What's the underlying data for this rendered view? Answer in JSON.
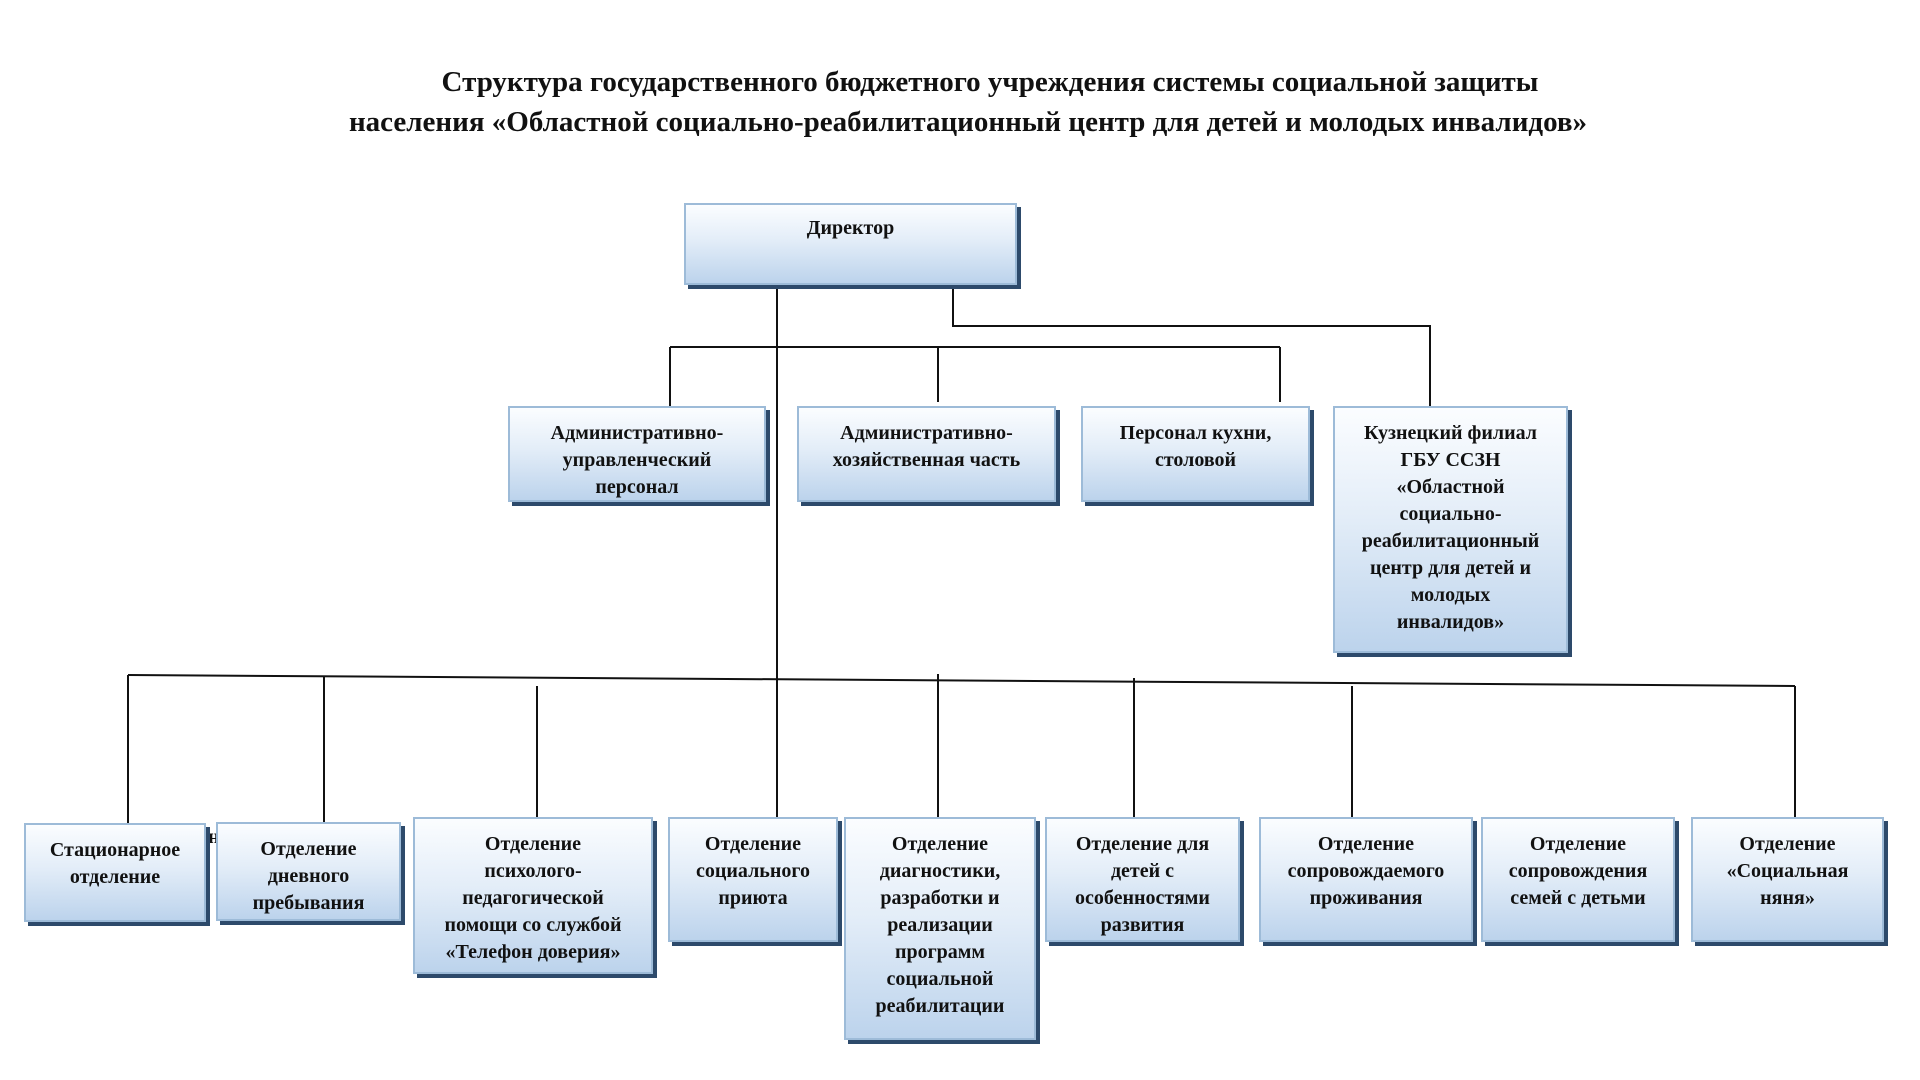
{
  "title": {
    "line1": "Структура государственного бюджетного учреждения системы социальной защиты",
    "line2": "населения «Областной социально-реабилитационный центр для детей и молодых инвалидов»"
  },
  "director": {
    "label": "Директор"
  },
  "level2": [
    {
      "id": "admin-management",
      "lines": [
        "Административно-",
        "управленческий",
        "персонал"
      ]
    },
    {
      "id": "admin-household",
      "lines": [
        "Административно-",
        "хозяйственная часть"
      ]
    },
    {
      "id": "kitchen-staff",
      "lines": [
        "Персонал кухни,",
        "столовой"
      ]
    },
    {
      "id": "kuznetsk-branch",
      "lines": [
        "Кузнецкий филиал",
        "ГБУ ССЗН",
        "«Областной",
        "социально-",
        "реабилитационный",
        "центр для детей и",
        "молодых",
        "инвалидов»"
      ]
    }
  ],
  "departments": [
    {
      "id": "inpatient",
      "lines": [
        "Стационарное",
        "отделение"
      ]
    },
    {
      "id": "day-stay",
      "lines": [
        "Отделение",
        "дневного",
        "пребывания"
      ]
    },
    {
      "id": "psych-ped",
      "lines": [
        "Отделение",
        "психолого-",
        "педагогической",
        "помощи со службой",
        "«Телефон доверия»"
      ]
    },
    {
      "id": "social-shelter",
      "lines": [
        "Отделение",
        "социального",
        "приюта"
      ]
    },
    {
      "id": "diagnostics",
      "lines": [
        "Отделение",
        "диагностики,",
        "разработки и",
        "реализации",
        "программ",
        "социальной",
        "реабилитации"
      ]
    },
    {
      "id": "special-needs",
      "lines": [
        "Отделение для",
        "детей с",
        "особенностями",
        "развития"
      ]
    },
    {
      "id": "supported-living",
      "lines": [
        "Отделение",
        "сопровождаемого",
        "проживания"
      ]
    },
    {
      "id": "family-support",
      "lines": [
        "Отделение",
        "сопровождения",
        "семей с детьми"
      ]
    },
    {
      "id": "social-nanny",
      "lines": [
        "Отделение",
        "«Социальная",
        "няня»"
      ]
    }
  ],
  "stray_char": "н"
}
